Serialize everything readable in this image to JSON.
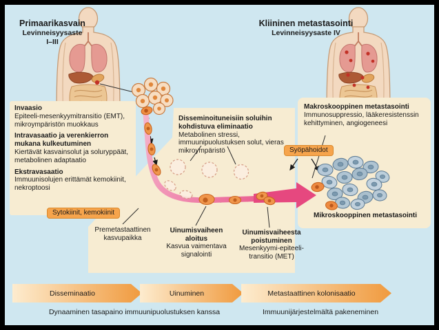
{
  "header": {
    "left": {
      "title": "Primaarikasvain",
      "subtitle": "Levinneisyysaste",
      "stage": "I–III"
    },
    "right": {
      "title": "Kliininen metastasointi",
      "subtitle": "Levinneisyysaste IV"
    }
  },
  "invasion_box": {
    "items": [
      {
        "heading": "Invaasio",
        "body": "Epiteeli-mesenkyymitransitio (EMT), mikroympäristön muokkaus"
      },
      {
        "heading": "Intravasaatio ja verenkierron mukana kulkeutuminen",
        "body": "Kiertävät kasvainsolut ja soluryppäät, metabolinen adaptaatio"
      },
      {
        "heading": "Ekstravasaatio",
        "body": "Immuunisolujen erittämät kemokiinit, nekroptoosi"
      }
    ]
  },
  "elimination_note": {
    "heading": "Disseminoituneisiin soluihin kohdistuva eliminaatio",
    "body": "Metabolinen stressi, immuunipuolustuksen solut, vieras mikroympäristö"
  },
  "macro_box": {
    "heading": "Makroskooppinen metastasointi",
    "body": "Immunosuppressio, lääkeresistenssin kehittyminen, angiogeneesi"
  },
  "micro_label": "Mikroskooppinen metastasointi",
  "cytokine_tag": "Sytokiinit, kemokiinit",
  "treatment_tag": "Syöpähoidot",
  "path_labels": {
    "premetastatic": "Premetastaattinen kasvupaikka",
    "dormancy_start": {
      "heading": "Uinumisvaiheen aloitus",
      "body": "Kasvua vaimentava signalointi"
    },
    "dormancy_exit": {
      "heading": "Uinumisvaiheesta poistuminen",
      "body": "Mesenkyymi-epiteeli-transitio (MET)"
    }
  },
  "timeline": {
    "stages": [
      {
        "label": "Disseminaatio"
      },
      {
        "label": "Uinuminen"
      },
      {
        "label": "Metastaattinen kolonisaatio"
      }
    ],
    "captions": [
      {
        "text": "Dynaaminen tasapaino immuunipuolustuksen kanssa"
      },
      {
        "text": "Immuunijärjestelmältä pakeneminen"
      }
    ]
  },
  "colors": {
    "background": "#cfe7f0",
    "frame": "#000000",
    "panel_cream": "#f7ecd2",
    "tag_orange": "#f6a44c",
    "path_pink": "#e6487f",
    "tumor_cell_orange": "#ef8f43",
    "micro_cell_blue": "#b5c8d7",
    "metastasis_red": "#c23126",
    "timeline_gradient_start": "#fdeccf",
    "timeline_gradient_end": "#f09a3e"
  }
}
